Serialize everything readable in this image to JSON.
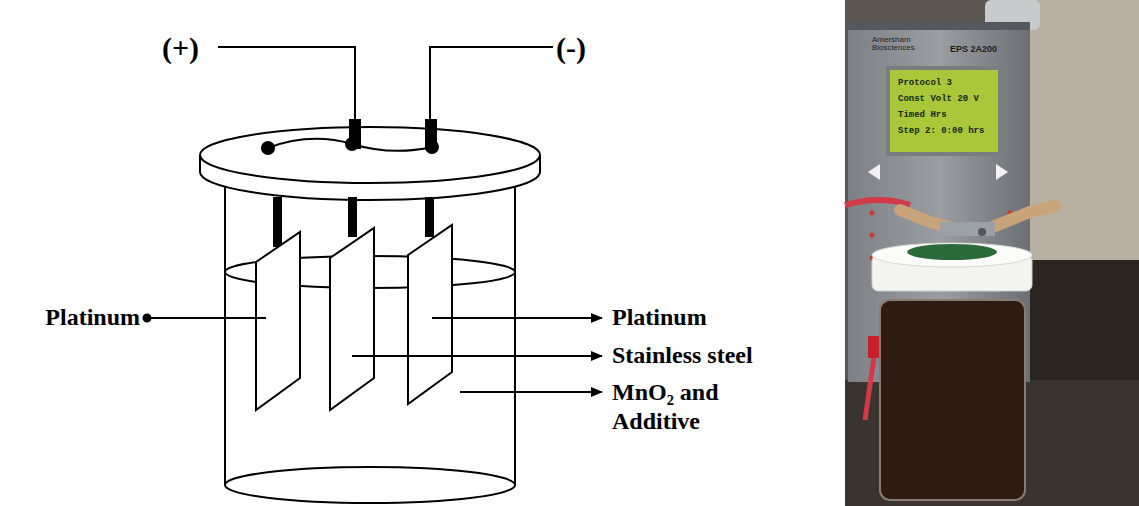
{
  "diagram": {
    "labels": [
      "(+)",
      "(-)",
      "Platinum",
      "Platinum",
      "Stainless steel",
      "MnO₂ and Additive",
      "Amersham Biosciences",
      "EPS 2A200",
      "Protocol 3",
      "Const Volt 20 V",
      "Timed Hrs",
      "Step 2: 0:00 hrs"
    ]
  }
}
